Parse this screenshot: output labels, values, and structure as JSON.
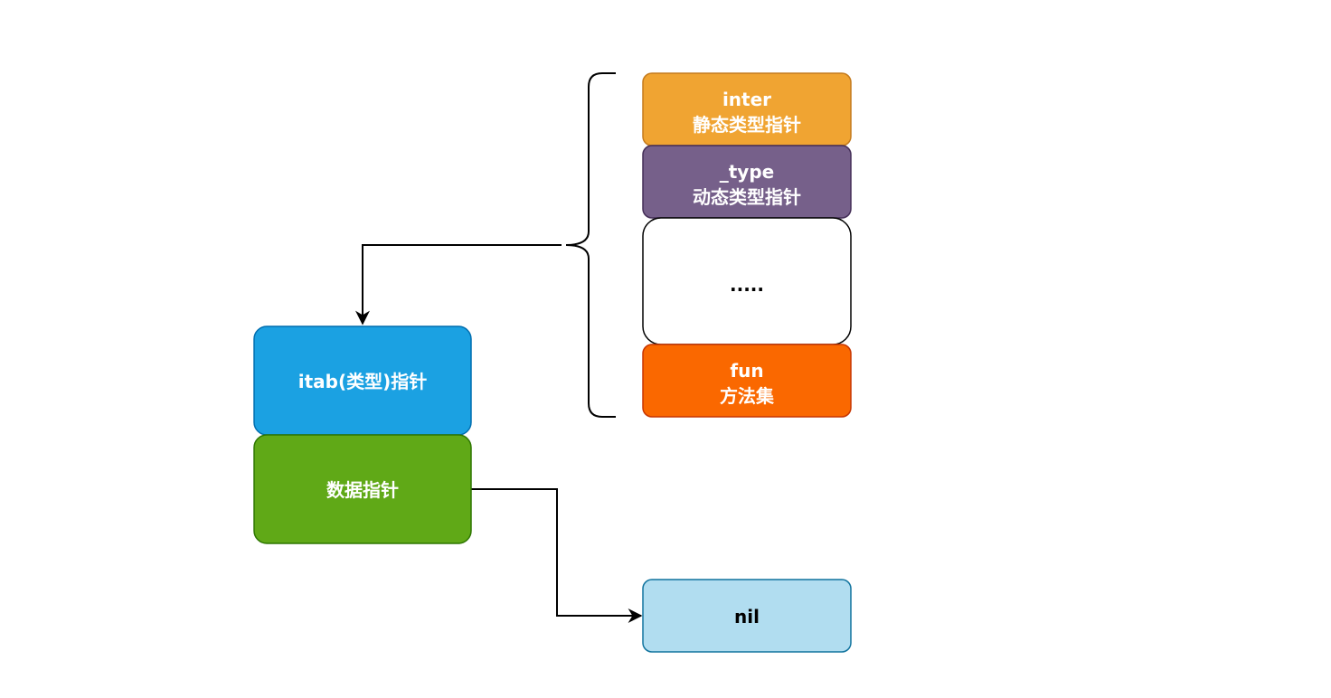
{
  "nodes": {
    "inter": {
      "line1": "inter",
      "line2": "静态类型指针",
      "fill": "#F0A432",
      "stroke": "#C47A1C",
      "text_color": "#FFFFFF"
    },
    "type": {
      "line1": "_type",
      "line2": "动态类型指针",
      "fill": "#76608A",
      "stroke": "#432D57",
      "text_color": "#FFFFFF"
    },
    "ellipsis": {
      "line1": ".....",
      "fill": "#FFFFFF",
      "stroke": "#000000",
      "text_color": "#000000"
    },
    "fun": {
      "line1": "fun",
      "line2": "方法集",
      "fill": "#FA6800",
      "stroke": "#C73500",
      "text_color": "#FFFFFF"
    },
    "itab": {
      "line1": "itab(类型)指针",
      "fill": "#1BA1E2",
      "stroke": "#006EAF",
      "text_color": "#FFFFFF"
    },
    "data": {
      "line1": "数据指针",
      "fill": "#60A917",
      "stroke": "#2D7600",
      "text_color": "#FFFFFF"
    },
    "nil": {
      "line1": "nil",
      "fill": "#B1DDF0",
      "stroke": "#10739E",
      "text_color": "#000000"
    }
  },
  "edge_color": "#000000"
}
